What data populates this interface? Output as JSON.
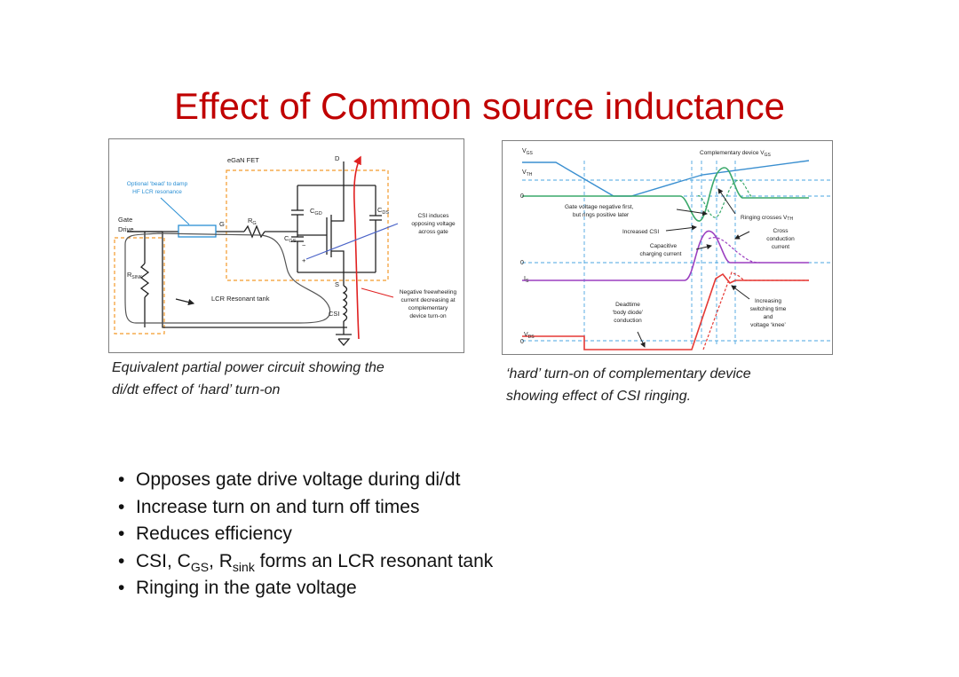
{
  "slide": {
    "title": "Effect of Common source inductance"
  },
  "circuit": {
    "caption_line1": "Equivalent partial power circuit showing the",
    "caption_line2": "di/dt effect of ‘hard’ turn-on",
    "labels": {
      "egan_fet": "eGaN FET",
      "drain": "D",
      "bead_note_1": "Optional ‘bead’ to damp",
      "bead_note_2": "HF LCR resonance",
      "gate_drive_1": "Gate",
      "gate_drive_2": "Drive",
      "gate": "G",
      "rg": "R",
      "rg_sub": "G",
      "cgd": "C",
      "cgd_sub": "GD",
      "cds": "C",
      "cds_sub": "DS",
      "cgs": "C",
      "cgs_sub": "GS",
      "minus": "−",
      "plus": "+",
      "rsink": "R",
      "rsink_sub": "SINK",
      "source": "S",
      "csi": "CSI",
      "lcr_tank": "LCR Resonant tank",
      "csi_note_1": "CSI induces",
      "csi_note_2": "opposing voltage",
      "csi_note_3": "across gate",
      "neg_note_1": "Negative freewheeling",
      "neg_note_2": "current decreasing at",
      "neg_note_3": "complementary",
      "neg_note_4": "device turn-on"
    },
    "colors": {
      "bead": "#2a8fd4",
      "loop": "#e02020",
      "dashed_box": "#f39a2b",
      "annotation": "#4a63c8"
    }
  },
  "waveforms": {
    "caption_line1": "‘hard’ turn-on of complementary device",
    "caption_line2": "showing effect of CSI ringing.",
    "labels": {
      "vgs": "V",
      "vgs_sub": "GS",
      "vth": "V",
      "vth_sub": "TH",
      "zero": "0",
      "is": "I",
      "is_sub": "S",
      "vds": "V",
      "vds_sub": "DS",
      "complementary_1": "Complementary device V",
      "complementary_sub": "GS",
      "gate_neg_1": "Gate voltage negative first,",
      "gate_neg_2": "but rings positive later",
      "ringing": "Ringing crosses V",
      "ringing_sub": "TH",
      "increased_csi": "Increased CSI",
      "cap_1": "Capacitive",
      "cap_2": "charging current",
      "cross_1": "Cross",
      "cross_2": "conduction",
      "cross_3": "current",
      "dead_1": "Deadtime",
      "dead_2": "‘body diode’",
      "dead_3": "conduction",
      "inc_1": "Increasing",
      "inc_2": "switching time",
      "inc_3": "and",
      "inc_4": "voltage ‘knee’"
    },
    "colors": {
      "vgs_blue": "#3a8fd0",
      "vgs_green": "#3aa86a",
      "is_purple": "#9b3fc0",
      "vds_red": "#e53935",
      "dashed": "#4aa6e0"
    }
  },
  "bullets": [
    {
      "text": "Opposes gate drive voltage during di/dt"
    },
    {
      "text": "Increase turn on and turn off times"
    },
    {
      "text": "Reduces efficiency"
    },
    {
      "pre": "CSI,  C",
      "sub1": "GS",
      "mid": ", R",
      "sub2": "sink",
      "post": " forms an LCR resonant tank"
    },
    {
      "text": "Ringing in the gate voltage"
    }
  ]
}
